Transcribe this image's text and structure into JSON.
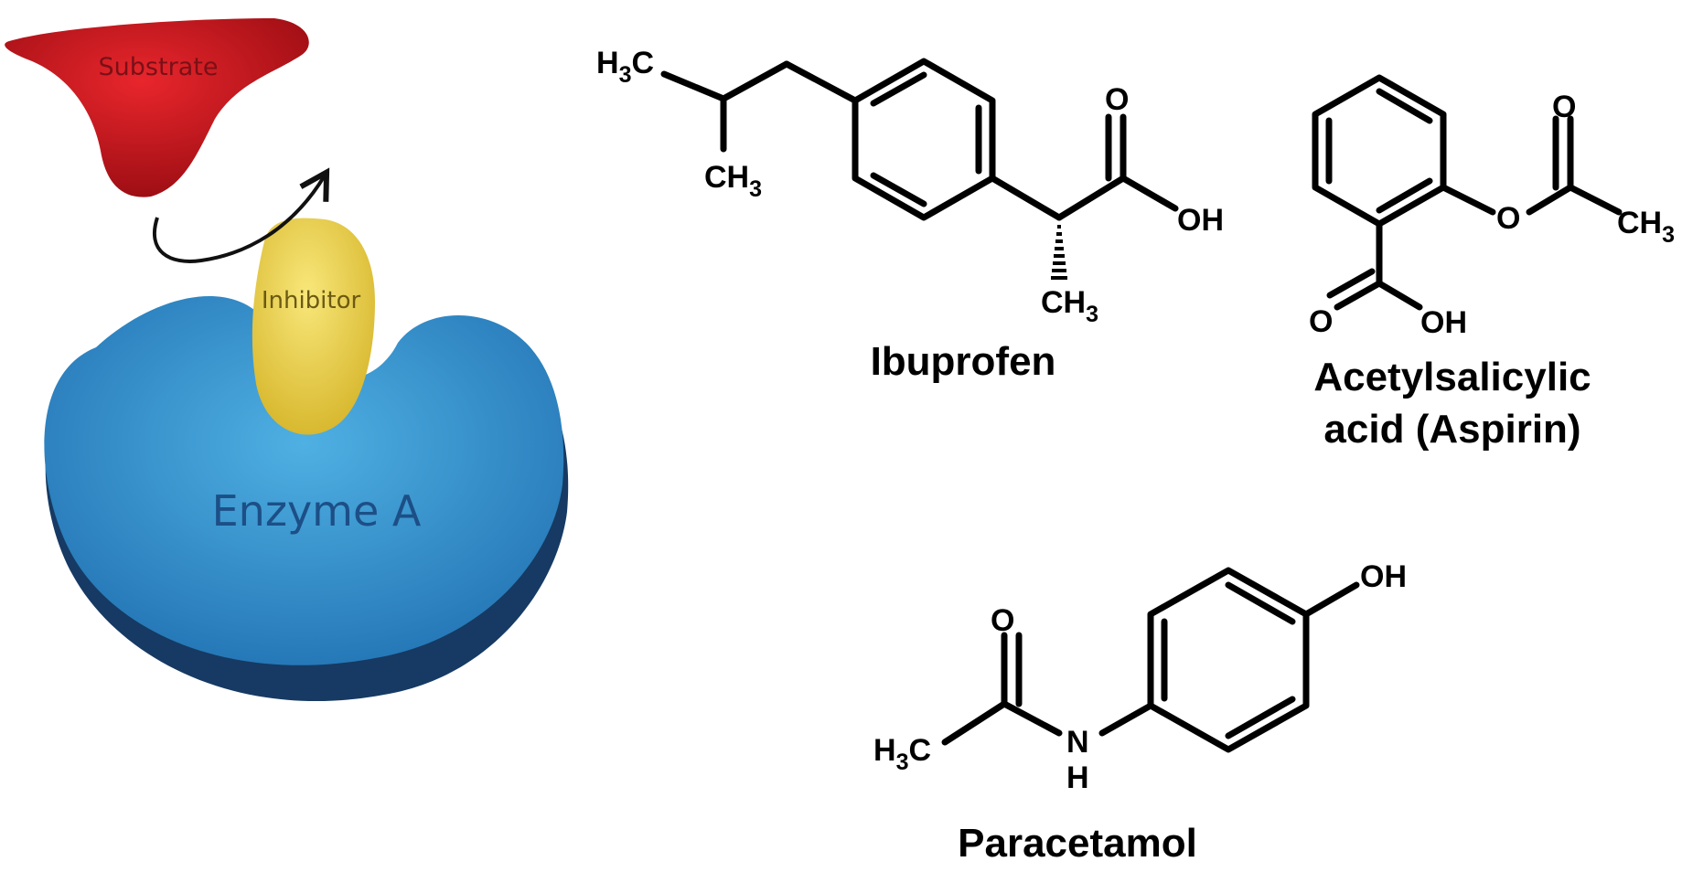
{
  "illustration": {
    "substrate_label": "Substrate",
    "inhibitor_label": "Inhibitor",
    "enzyme_label": "Enzyme A",
    "colors": {
      "substrate": "#c8131b",
      "inhibitor": "#ecd24a",
      "enzyme": "#2f8fcf",
      "enzyme_shadow": "#163a63"
    }
  },
  "molecules": {
    "ibuprofen": {
      "name": "Ibuprofen",
      "atoms": {
        "h3c": "H",
        "h3c_sub": "3",
        "h3c_c": "C",
        "ch3_a": "CH",
        "ch3_a_sub": "3",
        "o": "O",
        "oh": "OH",
        "ch3_b": "CH",
        "ch3_b_sub": "3"
      }
    },
    "aspirin": {
      "name_line1": "Acetylsalicylic",
      "name_line2": "acid (Aspirin)",
      "atoms": {
        "o_ester": "O",
        "o_carbonyl": "O",
        "ch3": "CH",
        "ch3_sub": "3",
        "o_acid": "O",
        "oh": "OH"
      }
    },
    "paracetamol": {
      "name": "Paracetamol",
      "atoms": {
        "o": "O",
        "h3c": "H",
        "h3c_sub": "3",
        "h3c_c": "C",
        "n": "N",
        "nh": "H",
        "oh": "OH"
      }
    }
  }
}
